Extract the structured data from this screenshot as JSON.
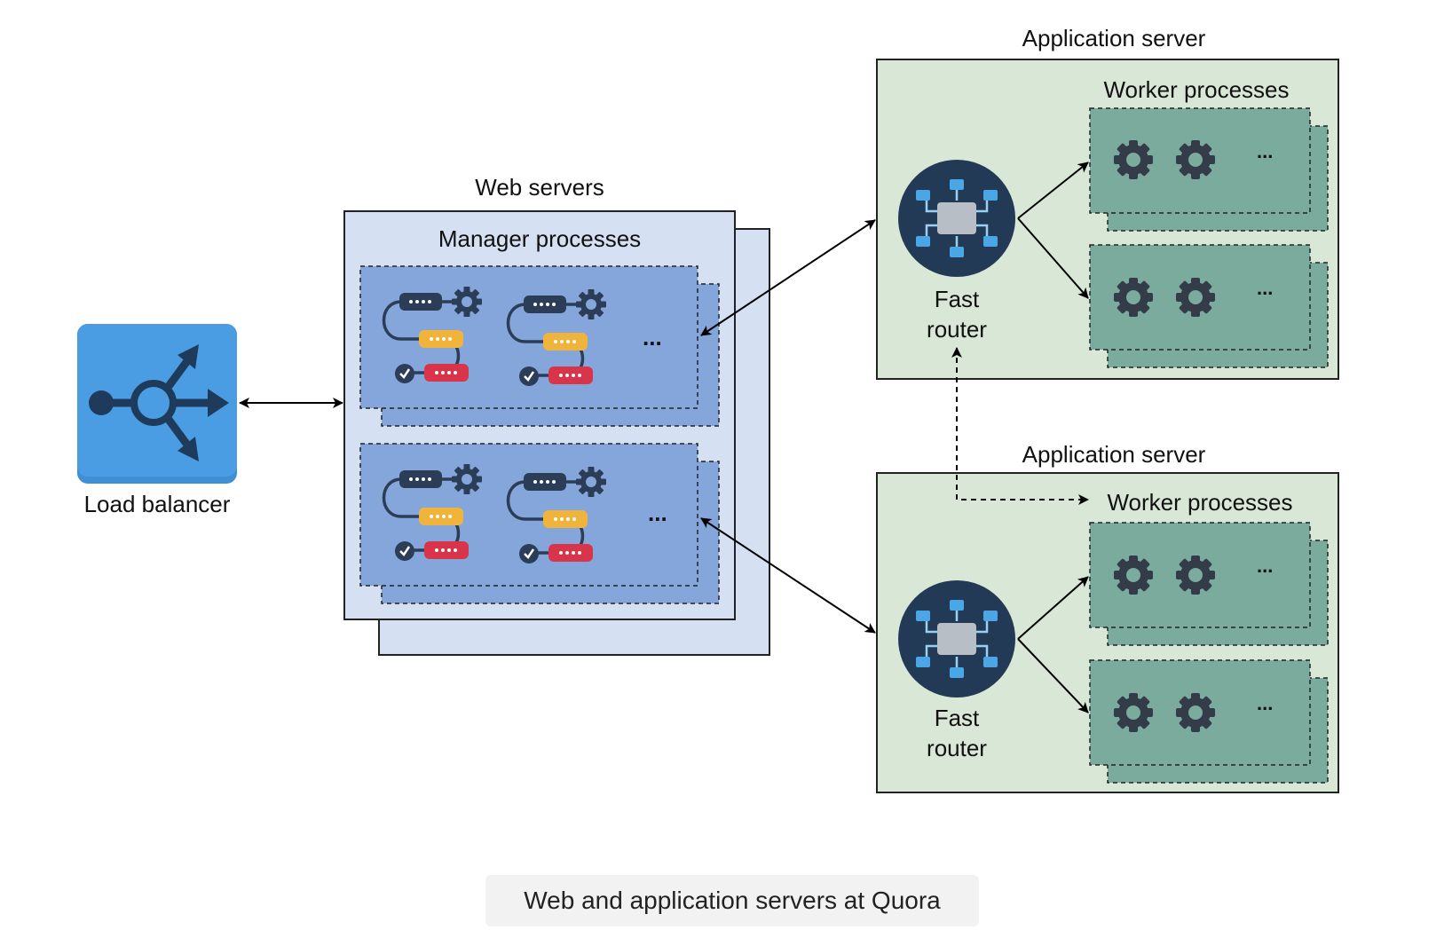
{
  "load_balancer": {
    "label": "Load balancer",
    "icon": "load-balancer-icon",
    "color": "#4a9de2"
  },
  "web_servers": {
    "title": "Web servers",
    "section_label": "Manager processes",
    "ellipsis": "...",
    "fill": "#d5e0f2",
    "process_fill": "#85a6da"
  },
  "app_servers": [
    {
      "title": "Application server",
      "workers_label": "Worker processes",
      "router_label_line1": "Fast",
      "router_label_line2": "router",
      "ellipsis": "..."
    },
    {
      "title": "Application server",
      "workers_label": "Worker processes",
      "router_label_line1": "Fast",
      "router_label_line2": "router",
      "ellipsis": "..."
    }
  ],
  "colors": {
    "app_server_fill": "#d9e8d6",
    "worker_fill": "#7aab9d",
    "router_fill": "#233a57"
  },
  "caption": "Web and application servers at Quora"
}
